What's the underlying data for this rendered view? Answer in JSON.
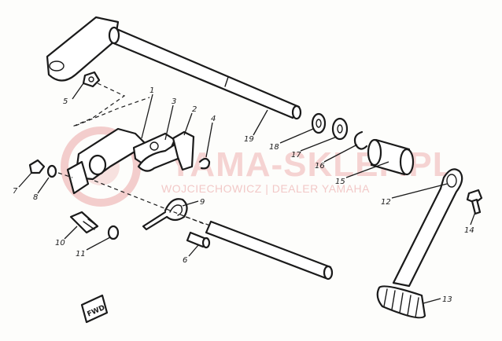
{
  "watermark": {
    "brand": "YAMA-SKLEP.PL",
    "dealer": "WOJCIECHOWICZ | DEALER YAMAHA",
    "color": "#d94040"
  },
  "direction_tag": "FWD",
  "callouts": {
    "c1": "1",
    "c2": "2",
    "c3": "3",
    "c4": "4",
    "c5": "5",
    "c6": "6",
    "c7": "7",
    "c8": "8",
    "c9": "9",
    "c10": "10",
    "c11": "11",
    "c12": "12",
    "c13": "13",
    "c14": "14",
    "c15": "15",
    "c16": "16",
    "c17": "17",
    "c18": "18",
    "c19": "19"
  }
}
